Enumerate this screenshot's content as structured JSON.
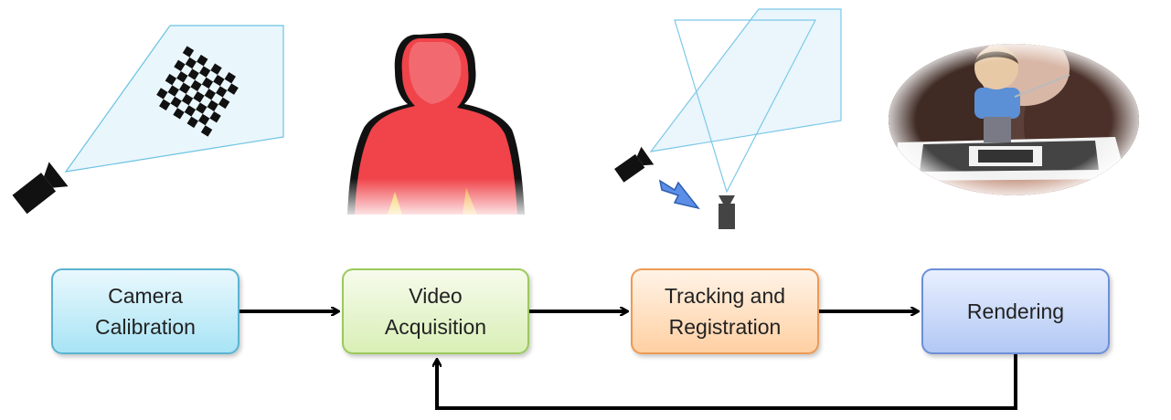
{
  "diagram": {
    "steps": [
      {
        "line1": "Camera",
        "line2": "Calibration"
      },
      {
        "line1": "Video",
        "line2": "Acquisition"
      },
      {
        "line1": "Tracking and",
        "line2": "Registration"
      },
      {
        "line1": "Rendering",
        "line2": ""
      }
    ]
  },
  "colors": {
    "arrow": "#000000",
    "calibration_fill": "#bde9f8",
    "acquisition_fill": "#e3f3c8",
    "tracking_fill": "#ffdcbc",
    "rendering_fill": "#c6d6f7",
    "depth_body": "#f0434a",
    "frustum": "#66c2e6"
  },
  "icons": [
    "camera-icon",
    "checkerboard-icon",
    "depth-person-image",
    "tracking-frustum-icon",
    "blue-arrow-icon",
    "ar-photo-image"
  ]
}
